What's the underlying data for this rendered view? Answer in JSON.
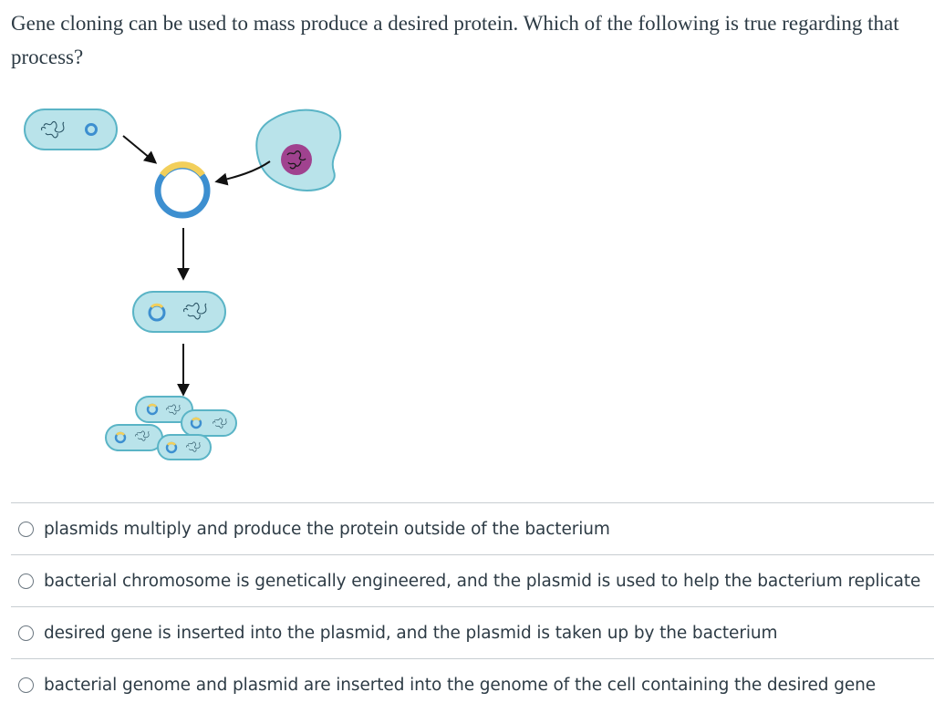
{
  "question": {
    "text": "Gene cloning can be used to mass produce a desired protein. Which of the following is true regarding that process?"
  },
  "diagram": {
    "icons": {
      "bacterium": "bacterium-icon",
      "plasmid": "plasmid-icon",
      "eukaryotic_cell": "eukaryotic-cell-icon",
      "arrow": "arrow-icon"
    },
    "colors": {
      "cell_fill": "#b9e3ea",
      "cell_outline": "#5ab4c6",
      "plasmid": "#3d8fd0",
      "insert": "#f2cf5b",
      "nucleus": "#a0428f"
    }
  },
  "answers": [
    {
      "label": "plasmids multiply and produce the protein outside of the bacterium",
      "selected": false
    },
    {
      "label": "bacterial chromosome is genetically engineered, and the plasmid is used to help the bacterium replicate",
      "selected": false
    },
    {
      "label": "desired gene is inserted into the plasmid, and the plasmid is taken up by the bacterium",
      "selected": false
    },
    {
      "label": "bacterial genome and plasmid are inserted into the genome of the cell containing the desired gene",
      "selected": false
    }
  ]
}
